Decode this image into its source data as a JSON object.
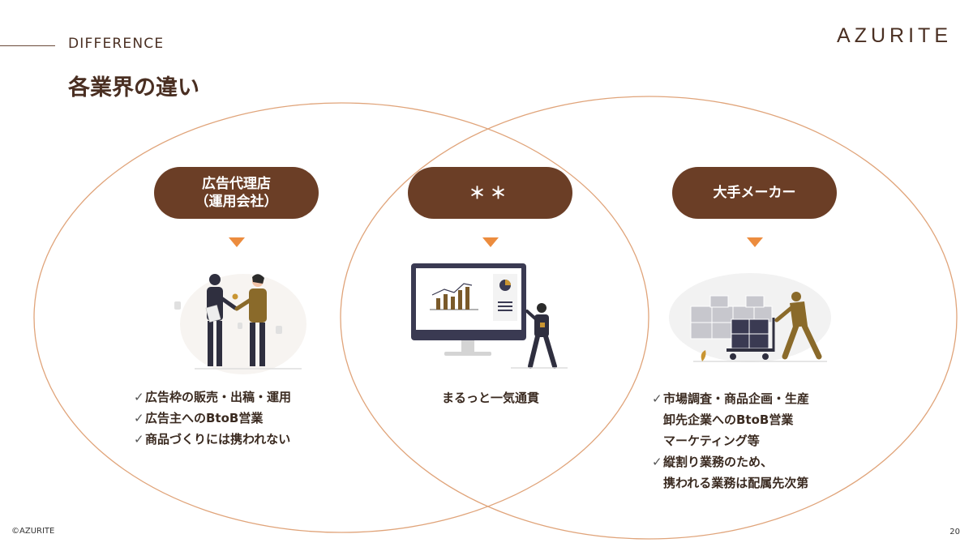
{
  "header": {
    "section_label": "DIFFERENCE",
    "title": "各業界の違い",
    "brand": "AZURITE"
  },
  "footer": {
    "copyright": "©AZURITE",
    "page_number": "20"
  },
  "left": {
    "label": "広告代理店\n（運用会社）",
    "items": [
      {
        "check": "✓",
        "text": "広告枠の販売・出稿・運用"
      },
      {
        "check": "✓",
        "text": "広告主へのBtoB営業"
      },
      {
        "check": "✓",
        "text": "商品づくりには携われない"
      }
    ]
  },
  "center": {
    "label": "＊＊",
    "description": "まるっと一気通貫"
  },
  "right": {
    "label": "大手メーカー",
    "items": [
      {
        "check": "✓",
        "text": "市場調査・商品企画・生産"
      },
      {
        "check": "",
        "text": "卸先企業へのBtoB営業"
      },
      {
        "check": "",
        "text": "マーケティング等"
      },
      {
        "check": "✓",
        "text": "縦割り業務のため、"
      },
      {
        "check": "",
        "text": "携われる業務は配属先次第"
      }
    ]
  },
  "colors": {
    "pill": "#6b3e26",
    "arrow": "#ec8c3e",
    "ellipse_stroke": "#e0a47a",
    "text": "#4a2f22"
  }
}
